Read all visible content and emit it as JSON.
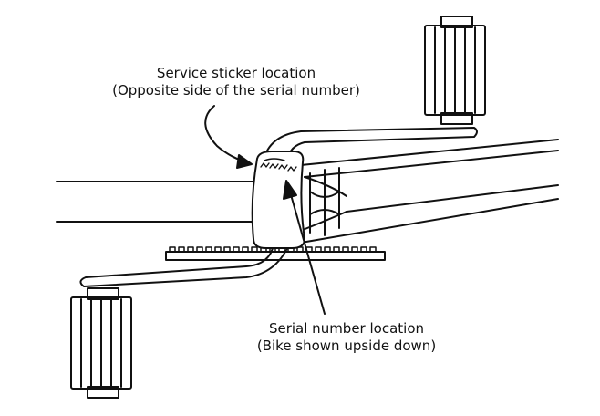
{
  "labels": {
    "sticker_line1": "Service sticker location",
    "sticker_line2": "(Opposite side of the serial number)",
    "serial_line1": "Serial number location",
    "serial_line2": "(Bike shown upside down)"
  },
  "colors": {
    "stroke": "#111111",
    "background": "#ffffff"
  }
}
